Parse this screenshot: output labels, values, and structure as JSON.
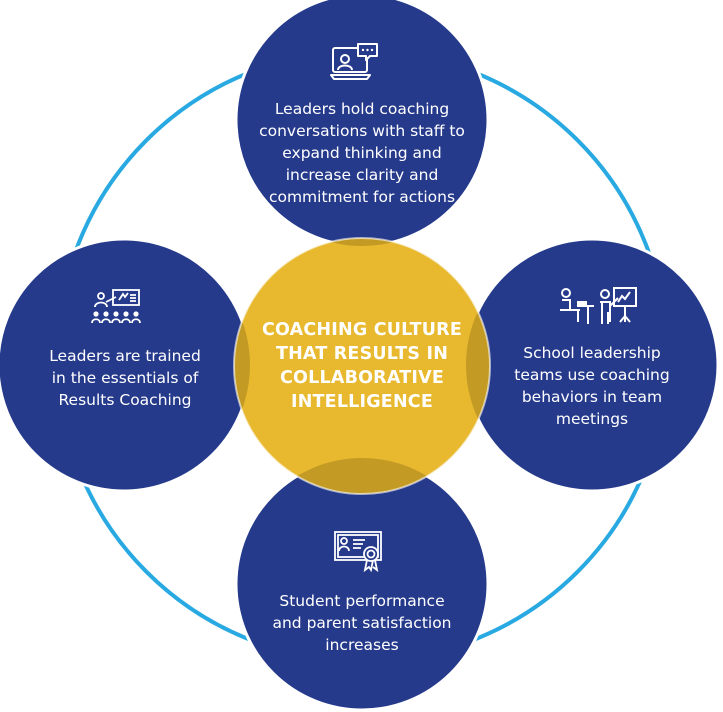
{
  "center": {
    "text": "COACHING CULTURE\nTHAT RESULTS IN\nCOLLABORATIVE\nINTELLIGENCE"
  },
  "circles": {
    "top": {
      "text": "Leaders hold coaching\nconversations with staff to\nexpand thinking and\nincrease clarity and\ncommitment for actions",
      "icon": "video-conversation-icon"
    },
    "right": {
      "text": "School leadership\nteams use coaching\nbehaviors in team\nmeetings",
      "icon": "team-meeting-presentation-icon"
    },
    "bottom": {
      "text": "Student performance\nand parent satisfaction\nincreases",
      "icon": "certificate-icon"
    },
    "left": {
      "text": "Leaders are trained\nin the essentials of\nResults Coaching",
      "icon": "training-classroom-icon"
    }
  },
  "colors": {
    "outer_circle": "#263a8c",
    "center_circle": "#e8b92f",
    "overlap": "#c29a24",
    "ring": "#29a9e1",
    "text": "#ffffff"
  }
}
